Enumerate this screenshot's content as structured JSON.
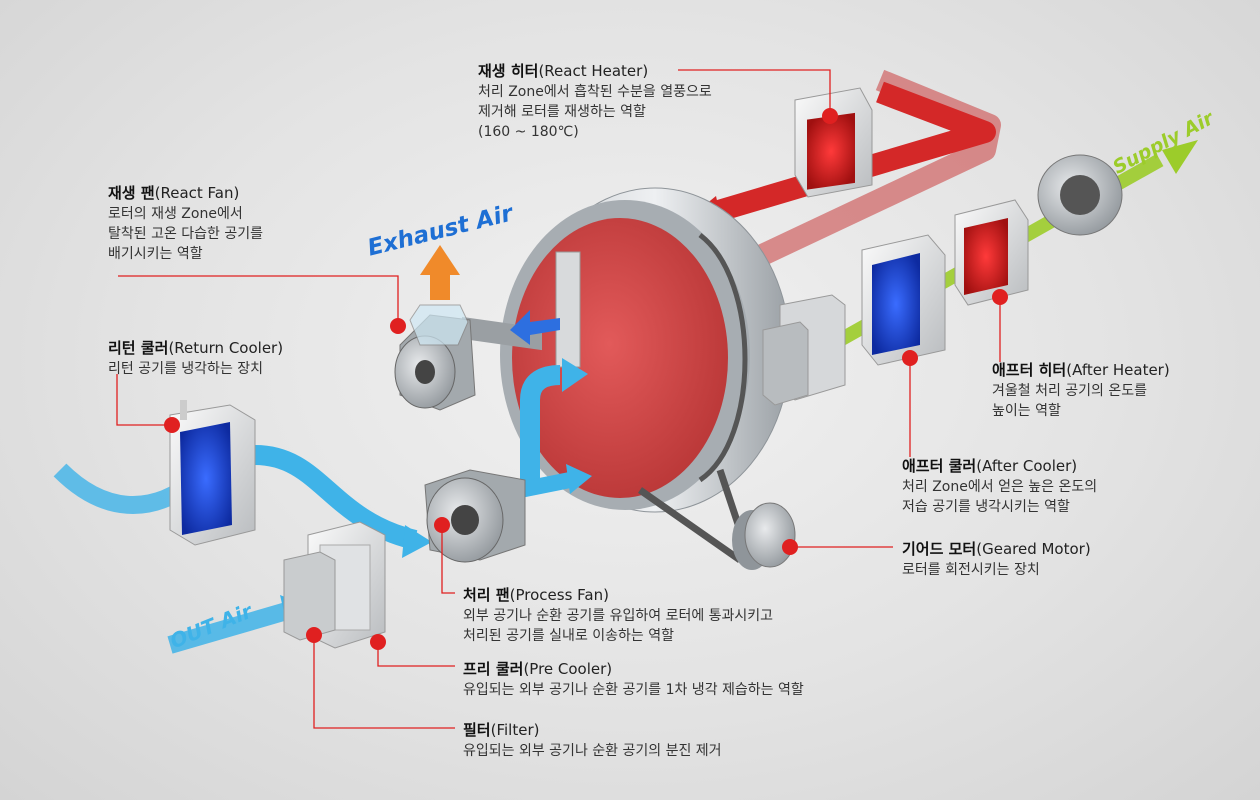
{
  "colors": {
    "cold_air": "#3fb3e8",
    "hot_air": "#d93a35",
    "supply_air": "#9ccc2a",
    "exhaust_air": "#f08a2a",
    "leader_line": "#e02020",
    "wheel": "#d24848"
  },
  "air_labels": {
    "exhaust": "Exhaust Air",
    "supply": "Supply Air",
    "out": "OUT Air"
  },
  "components": [
    {
      "ko": "재생 히터",
      "en": "(React Heater)",
      "desc": [
        "처리 Zone에서 흡착된 수분을 열풍으로",
        "제거해 로터를 재생하는 역할",
        "(160 ~ 180℃)"
      ]
    },
    {
      "ko": "재생 팬",
      "en": "(React Fan)",
      "desc": [
        "로터의 재생 Zone에서",
        "탈착된 고온 다습한 공기를",
        "배기시키는 역할"
      ]
    },
    {
      "ko": "리턴 쿨러",
      "en": "(Return Cooler)",
      "desc": [
        "리턴 공기를 냉각하는 장치"
      ]
    },
    {
      "ko": "애프터 히터",
      "en": "(After Heater)",
      "desc": [
        "겨울철 처리 공기의 온도를",
        "높이는 역할"
      ]
    },
    {
      "ko": "애프터 쿨러",
      "en": "(After Cooler)",
      "desc": [
        "처리 Zone에서 얻은 높은 온도의",
        "저습 공기를 냉각시키는 역할"
      ]
    },
    {
      "ko": "기어드 모터",
      "en": "(Geared Motor)",
      "desc": [
        "로터를 회전시키는 장치"
      ]
    },
    {
      "ko": "처리 팬",
      "en": "(Process Fan)",
      "desc": [
        "외부 공기나 순환 공기를 유입하여 로터에 통과시키고",
        "처리된 공기를 실내로 이송하는 역할"
      ]
    },
    {
      "ko": "프리 쿨러",
      "en": "(Pre Cooler)",
      "desc": [
        "유입되는 외부 공기나 순환 공기를 1차 냉각 제습하는 역할"
      ]
    },
    {
      "ko": "필터",
      "en": "(Filter)",
      "desc": [
        "유입되는 외부 공기나 순환 공기의 분진 제거"
      ]
    }
  ]
}
